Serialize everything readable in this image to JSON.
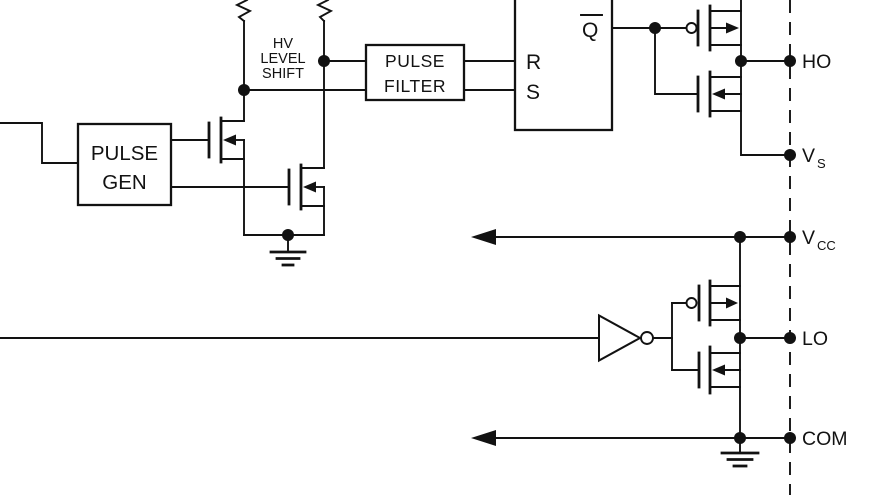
{
  "colors": {
    "background": "#ffffff",
    "line": "#121212"
  },
  "blocks": {
    "pulse_gen": {
      "line1": "PULSE",
      "line2": "GEN"
    },
    "pulse_filter": {
      "line1": "PULSE",
      "line2": "FILTER"
    },
    "hv_level_shift": {
      "line1": "HV",
      "line2": "LEVEL",
      "line3": "SHIFT"
    },
    "latch": {
      "reset": "R",
      "set": "S",
      "q_bar": "Q"
    }
  },
  "pins": {
    "ho": {
      "label": "HO"
    },
    "vs": {
      "base": "V",
      "sub": "S"
    },
    "vcc": {
      "base": "V",
      "sub": "CC"
    },
    "lo": {
      "label": "LO"
    },
    "com": {
      "label": "COM"
    }
  }
}
